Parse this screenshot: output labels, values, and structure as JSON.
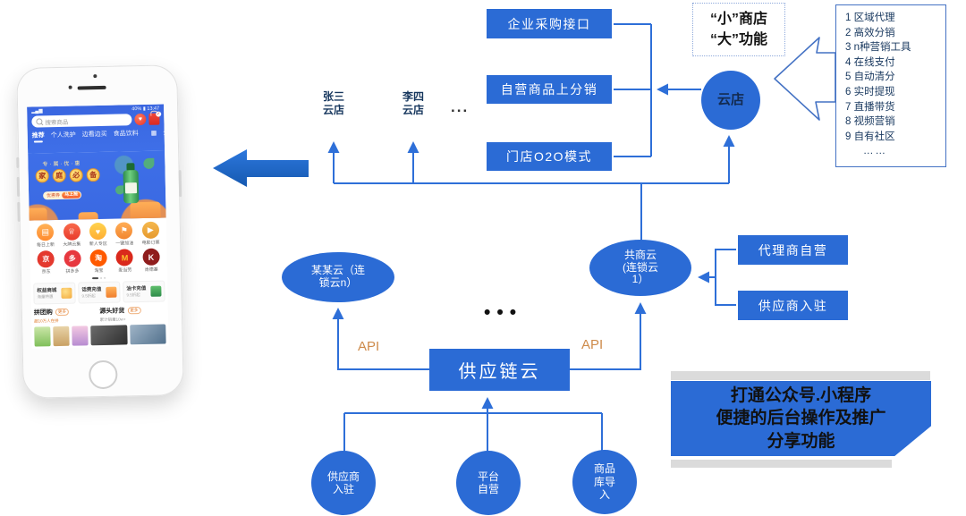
{
  "colors": {
    "diagram_blue": "#2B6BD5",
    "line_blue": "#2E6FD8",
    "api_orange": "#CE8B4B",
    "app_blue": "#3E6FE8",
    "outline_arrow_stroke": "#4472C4"
  },
  "diagram": {
    "top_boxes": [
      {
        "label": "企业采购接口"
      },
      {
        "label": "自营商品上分销"
      },
      {
        "label": "门店O2O模式"
      }
    ],
    "cloud_store_label": "云店",
    "slogan": {
      "line1": "“小”商店",
      "line2": "“大”功能"
    },
    "features": {
      "items": [
        "1 区域代理",
        "2 高效分销",
        "3 n种营销工具",
        "4 在线支付",
        "5 自动清分",
        "6 实时提现",
        "7 直播带货",
        "8 视频营销",
        "9 自有社区",
        "……"
      ]
    },
    "store_labels": [
      {
        "line1": "张三",
        "line2": "云店"
      },
      {
        "line1": "李四",
        "line2": "云店"
      }
    ],
    "dots_stores": "...",
    "chain_cloud_1": {
      "lines": [
        "共商云",
        "(连锁云",
        "1）"
      ]
    },
    "chain_cloud_n": {
      "lines": [
        "某某云（连",
        "锁云n）"
      ]
    },
    "right_boxes": [
      {
        "label": "代理商自营"
      },
      {
        "label": "供应商入驻"
      }
    ],
    "supply_chain_label": "供应链云",
    "api_label": "API",
    "dots_clouds": "•••",
    "bottom_circles": [
      {
        "lines": [
          "供应商",
          "入驻"
        ]
      },
      {
        "lines": [
          "平台",
          "自营"
        ]
      },
      {
        "lines": [
          "商品",
          "库导",
          "入"
        ]
      }
    ],
    "ribbon": {
      "lines": [
        "打通公众号.小程序",
        "便捷的后台操作及推广",
        "分享功能"
      ]
    }
  },
  "phone": {
    "status": {
      "left_icons": "▂▄▆",
      "battery": "40%",
      "time": "13:47"
    },
    "search": {
      "placeholder": "搜索商品"
    },
    "tabs": [
      {
        "label": "推荐"
      },
      {
        "label": "个人洗护"
      },
      {
        "label": "边看边买"
      },
      {
        "label": "食品饮料"
      },
      {
        "label": "分类"
      }
    ],
    "category_grid_icon": "▦",
    "banner": {
      "tagline": "专·属·优·惠",
      "coins": [
        "家",
        "庭",
        "必",
        "备"
      ],
      "coupon_label": "优惠券",
      "coupon_action": "马上抢"
    },
    "nav_row1": [
      {
        "glyph": "▤",
        "label": "每日上新"
      },
      {
        "glyph": "♕",
        "label": "大牌云集"
      },
      {
        "glyph": "♥",
        "label": "新人专区"
      },
      {
        "glyph": "⚑",
        "label": "一键加油"
      },
      {
        "glyph": "▶",
        "label": "电影订票"
      }
    ],
    "nav_row2": [
      {
        "glyph": "京",
        "label": "京东"
      },
      {
        "glyph": "多",
        "label": "拼多多"
      },
      {
        "glyph": "淘",
        "label": "淘宝"
      },
      {
        "glyph": "M",
        "label": "麦当劳"
      },
      {
        "glyph": "K",
        "label": "肯德基"
      }
    ],
    "cards": [
      {
        "title": "权益商城",
        "sub": "海量特惠"
      },
      {
        "title": "话费充值",
        "sub": "9.5折起"
      },
      {
        "title": "油卡充值",
        "sub": "9.5折起"
      }
    ],
    "sections": [
      {
        "title": "拼团购",
        "badge": "更多",
        "sub": "超10万人在拼"
      },
      {
        "title": "源头好货",
        "badge": "更多",
        "sub": "累计销量10w+"
      }
    ]
  }
}
